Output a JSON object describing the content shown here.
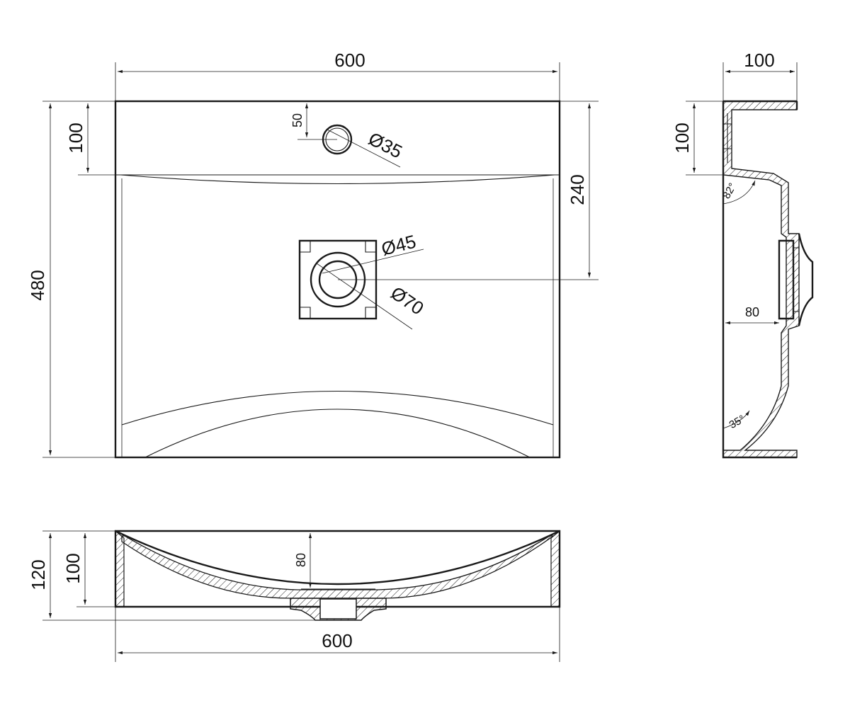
{
  "top_view": {
    "width_dim": "600",
    "height_dim": "480",
    "rim_dim": "100",
    "overflow_offset_dim": "50",
    "overflow_diameter": "Ø35",
    "drain_offset_dim": "240",
    "drain_inner_diameter": "Ø45",
    "drain_outer_diameter": "Ø70"
  },
  "side_view": {
    "depth_dim": "100",
    "rim_dim": "100",
    "top_angle": "82°",
    "drain_depth_dim": "80",
    "bottom_angle": "35°"
  },
  "front_view": {
    "total_height_dim": "120",
    "bowl_height_dim": "100",
    "drain_height_dim": "80",
    "width_dim": "600"
  }
}
